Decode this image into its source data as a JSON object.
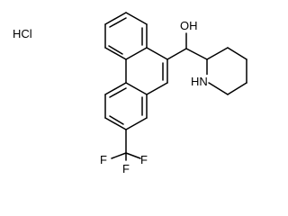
{
  "structure": {
    "salt_label": "HCl",
    "hydroxyl_label": "OH",
    "amine_label": "HN",
    "fluorine_labels": [
      "F",
      "F",
      "F"
    ]
  }
}
